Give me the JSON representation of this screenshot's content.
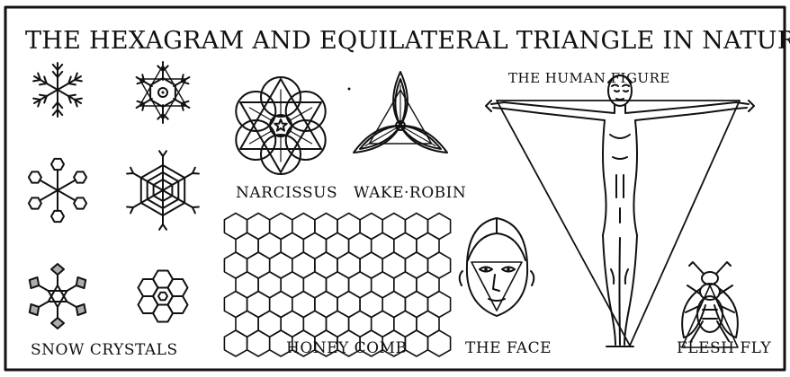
{
  "title": "THE HEXAGRAM AND EQUILATERAL TRIANGLE IN NATURE",
  "labels": {
    "human_figure": "THE HUMAN FIGURE",
    "narcissus": "NARCISSUS",
    "wake_robin": "WAKE·ROBIN",
    "snow_crystals": "SNOW CRYSTALS",
    "honey_comb": "HONEY COMB",
    "the_face": "THE FACE",
    "flesh_fly": "FLESH FLY"
  },
  "colors": {
    "ink": "#111111",
    "paper": "#ffffff"
  },
  "icons": [
    "snowflake-icon",
    "narcissus-flower-icon",
    "wake-robin-flower-icon",
    "honeycomb-icon",
    "human-figure-icon",
    "face-icon",
    "flesh-fly-icon"
  ]
}
